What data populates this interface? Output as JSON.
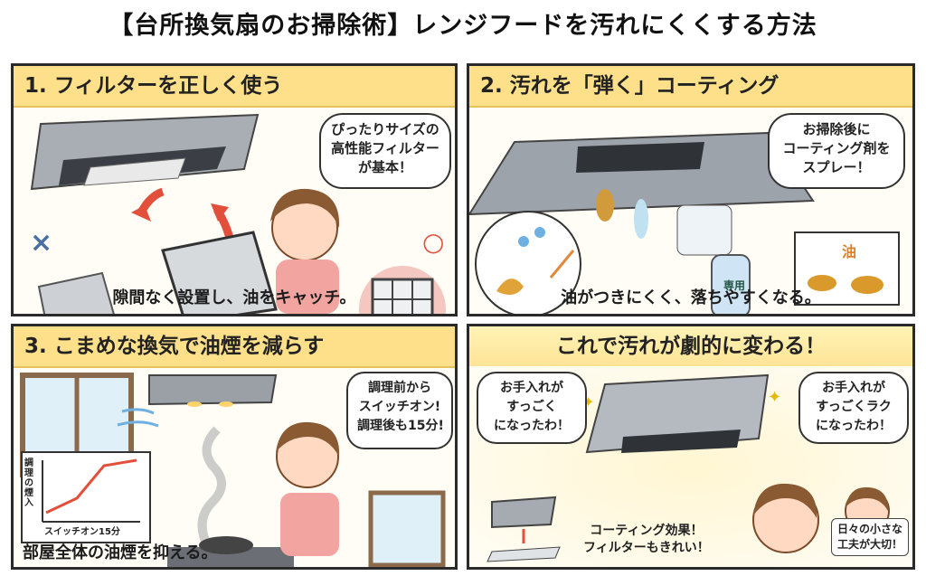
{
  "title": "【台所換気扇のお掃除術】レンジフードを汚れにくくする方法",
  "panels": {
    "p1": {
      "heading": "1. フィルターを正しく使う",
      "bubble": [
        "ぴったりサイズの",
        "高性能フィルター",
        "が基本！"
      ],
      "caption": "隙間なく設置し、油をキャッチ。",
      "bad_mark": "×",
      "good_mark": "○"
    },
    "p2": {
      "heading": "2. 汚れを「弾く」コーティング",
      "bubble": [
        "お掃除後に",
        "コーティング剤を",
        "スプレー！"
      ],
      "bottle_label": "専用",
      "oil_label": "油",
      "caption": "油がつきにくく、落ちやすくなる。"
    },
    "p3": {
      "heading": "3. こまめな換気で油煙を減らす",
      "bubble": [
        "調理前から",
        "スイッチオン!",
        "調理後も15分!"
      ],
      "graph_ylabel": "調理の煙入",
      "graph_xlabel": "スイッチオン15分",
      "caption": "部屋全体の油煙を抑える。"
    },
    "p4": {
      "heading": "これで汚れが劇的に変わる！",
      "bubble_left": [
        "お手入れが",
        "すっごく",
        "になったわ！"
      ],
      "bubble_right": [
        "お手入れが",
        "すっごくラク",
        "になったわ！"
      ],
      "note_center": [
        "コーティング効果！",
        "フィルターもきれい！"
      ],
      "note_right": [
        "日々の小さな",
        "工夫が大切！"
      ]
    }
  },
  "colors": {
    "heading_bar": "#ffe08a",
    "arrow": "#e2503c",
    "bad": "#4a6fa5",
    "good": "#e0523f",
    "apron": "#f2a5a0"
  }
}
